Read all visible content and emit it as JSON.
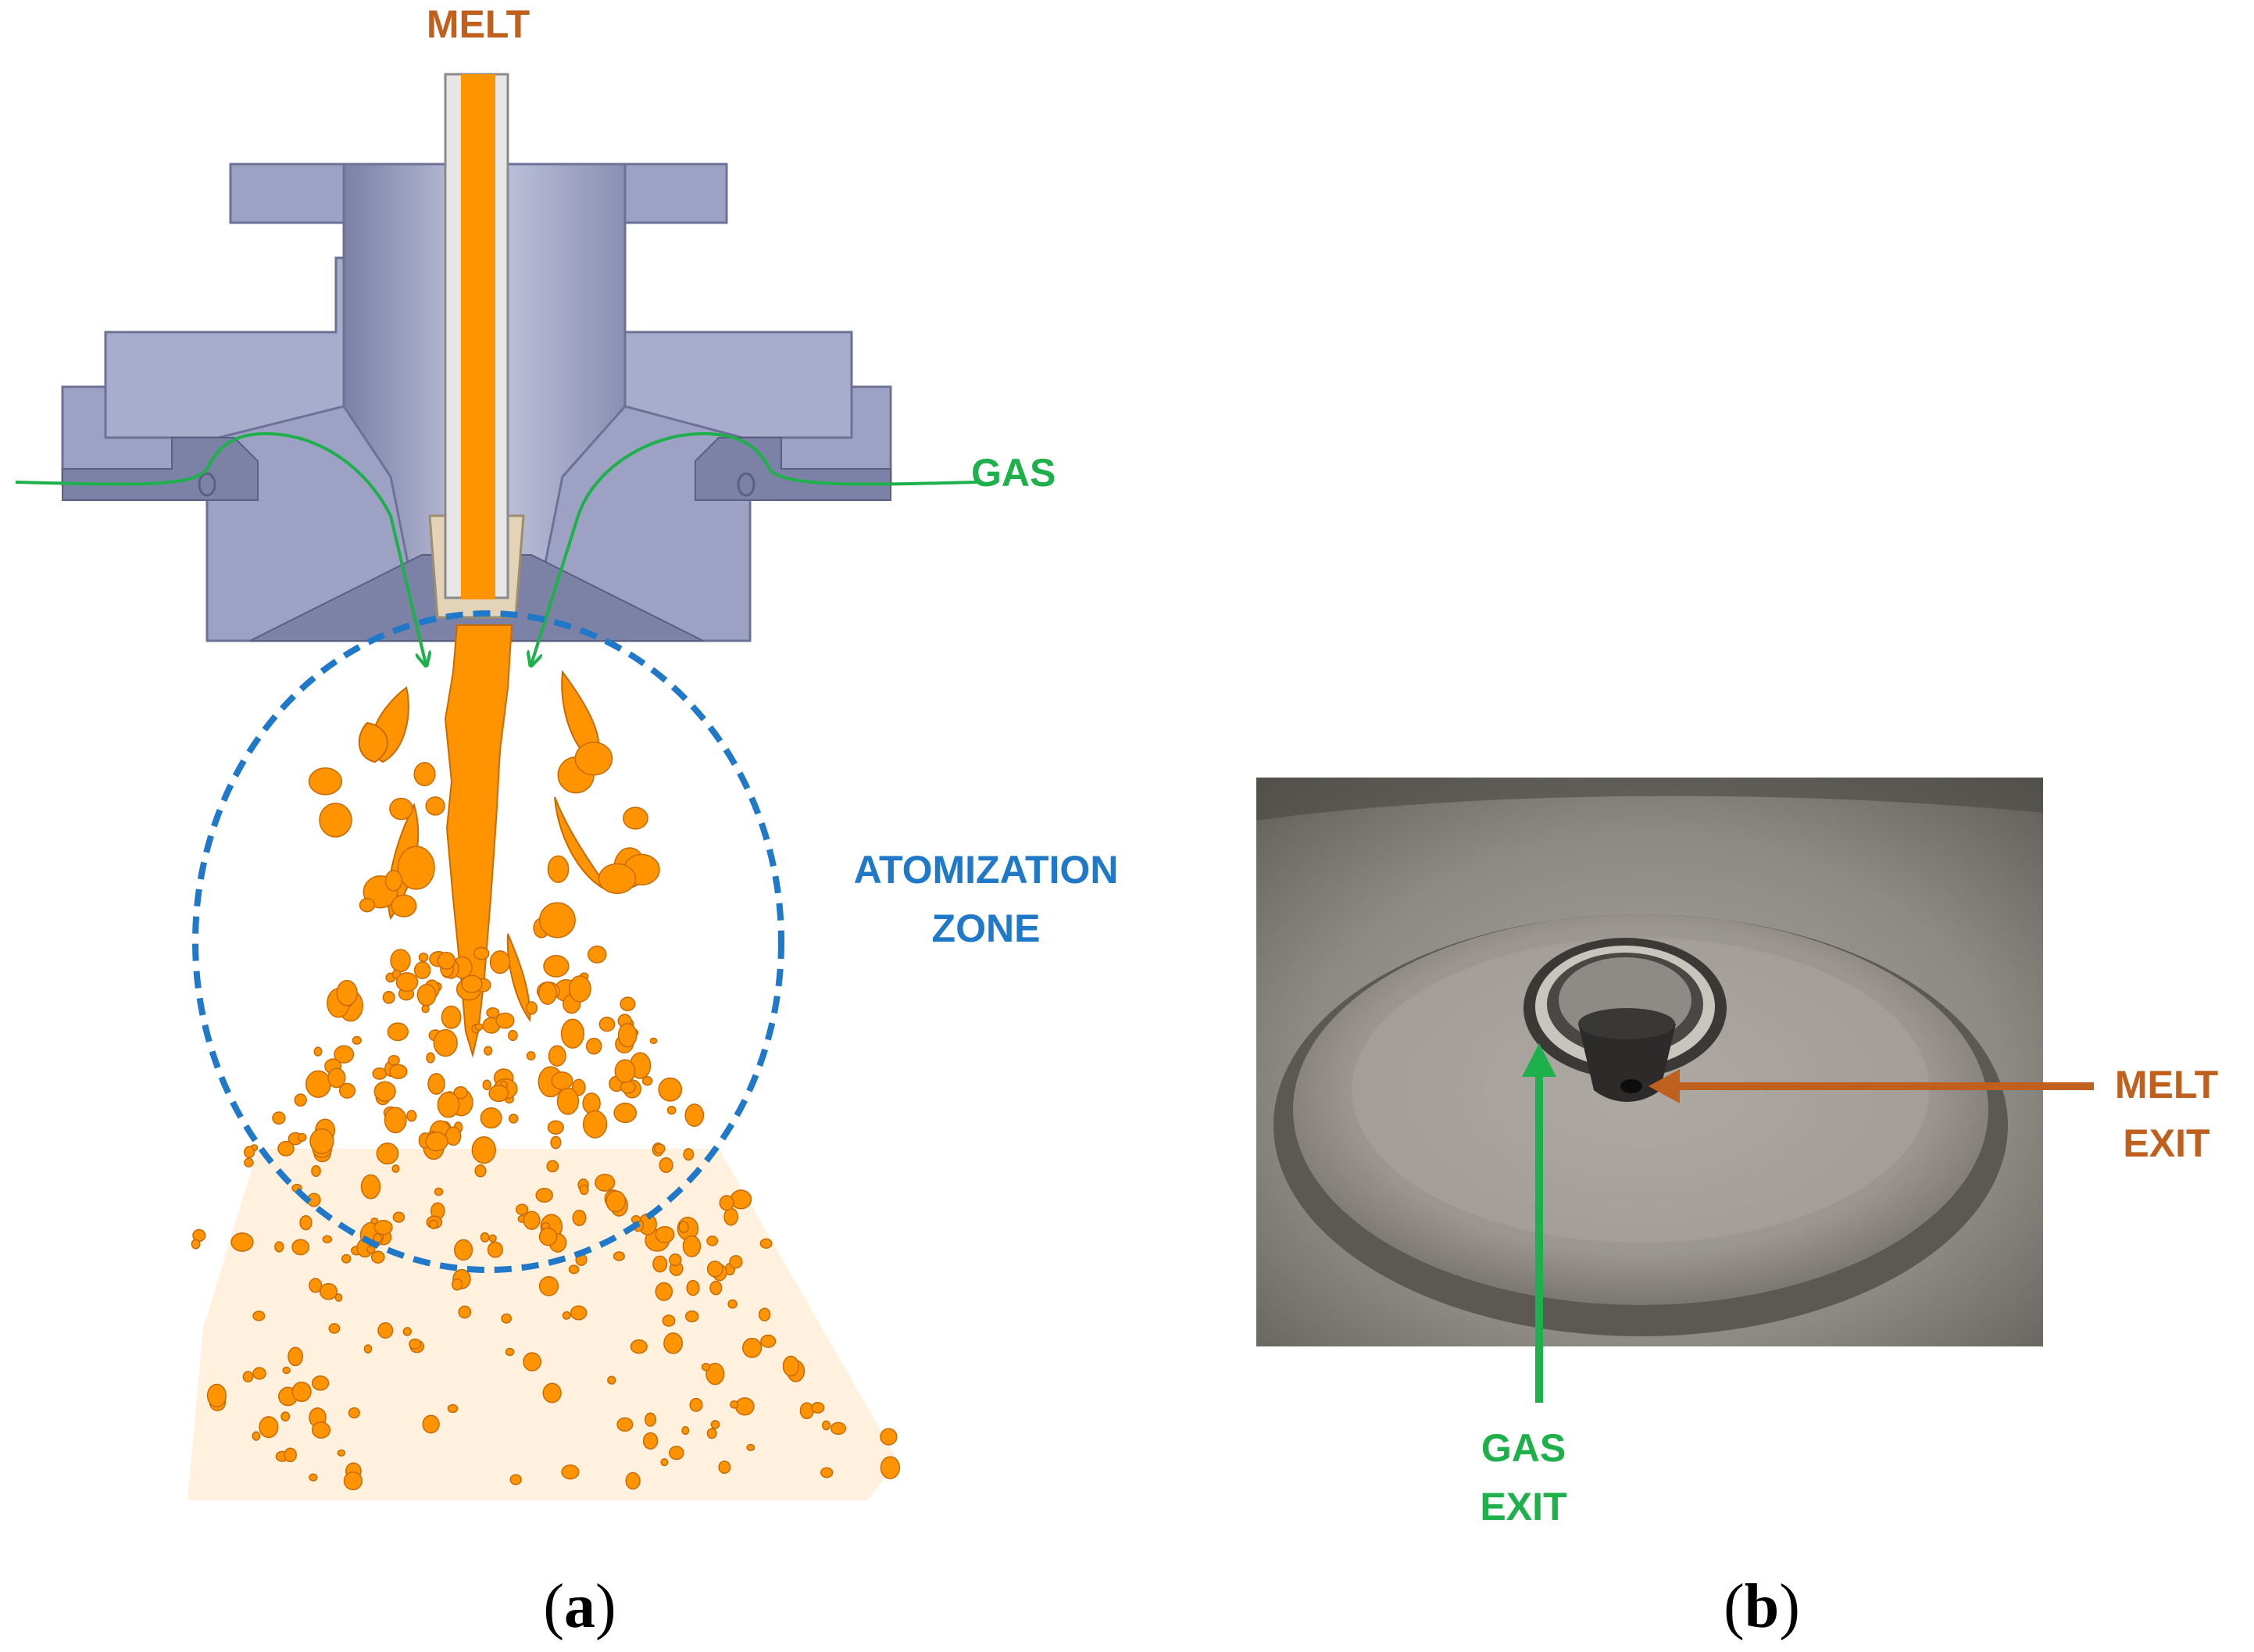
{
  "panel_a": {
    "melt_label": "MELT",
    "gas_label": "GAS",
    "zone_label_line1": "ATOMIZATION",
    "zone_label_line2": "ZONE",
    "caption_open": "(",
    "caption_letter": "a",
    "caption_close": ")"
  },
  "panel_b": {
    "melt_exit_line1": "MELT",
    "melt_exit_line2": "EXIT",
    "gas_exit_line1": "GAS",
    "gas_exit_line2": "EXIT",
    "caption_open": "(",
    "caption_letter": "b",
    "caption_close": ")"
  },
  "colors": {
    "melt": "#FF9400",
    "melt_outline": "#C86A00",
    "melt_label": "#C0601E",
    "gas": "#1DB04B",
    "zone": "#1F78C8",
    "nozzle_body": "#9DA2C5",
    "nozzle_shadow": "#7C81A6",
    "photo_metal": "#8A8782"
  }
}
